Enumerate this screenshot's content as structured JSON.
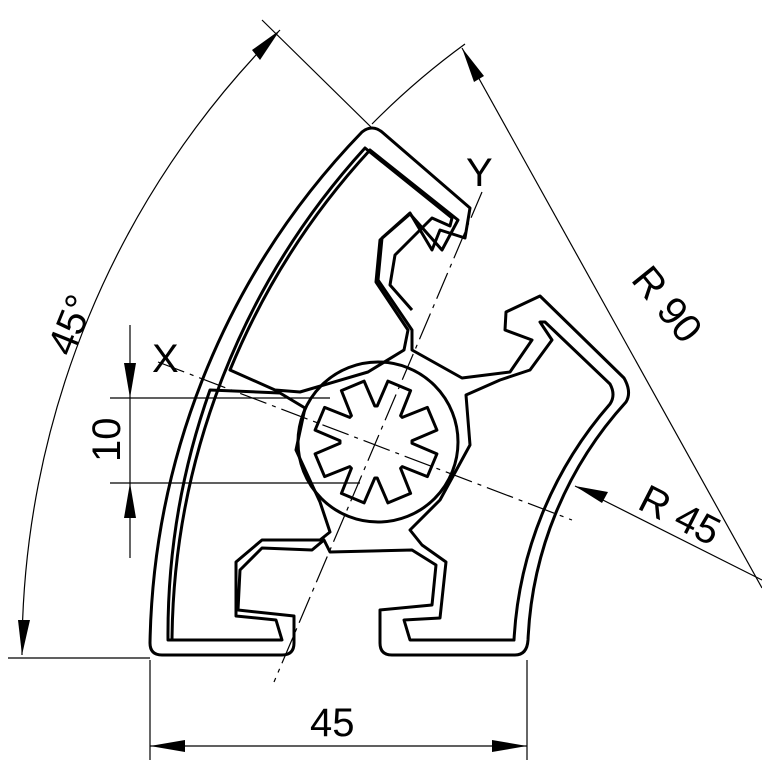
{
  "drawing": {
    "angle_dim": "45°",
    "height_dim": "10",
    "width_dim": "45",
    "outer_radius_dim": "R 90",
    "inner_radius_dim": "R 45",
    "x_axis": "X",
    "y_axis": "Y"
  }
}
